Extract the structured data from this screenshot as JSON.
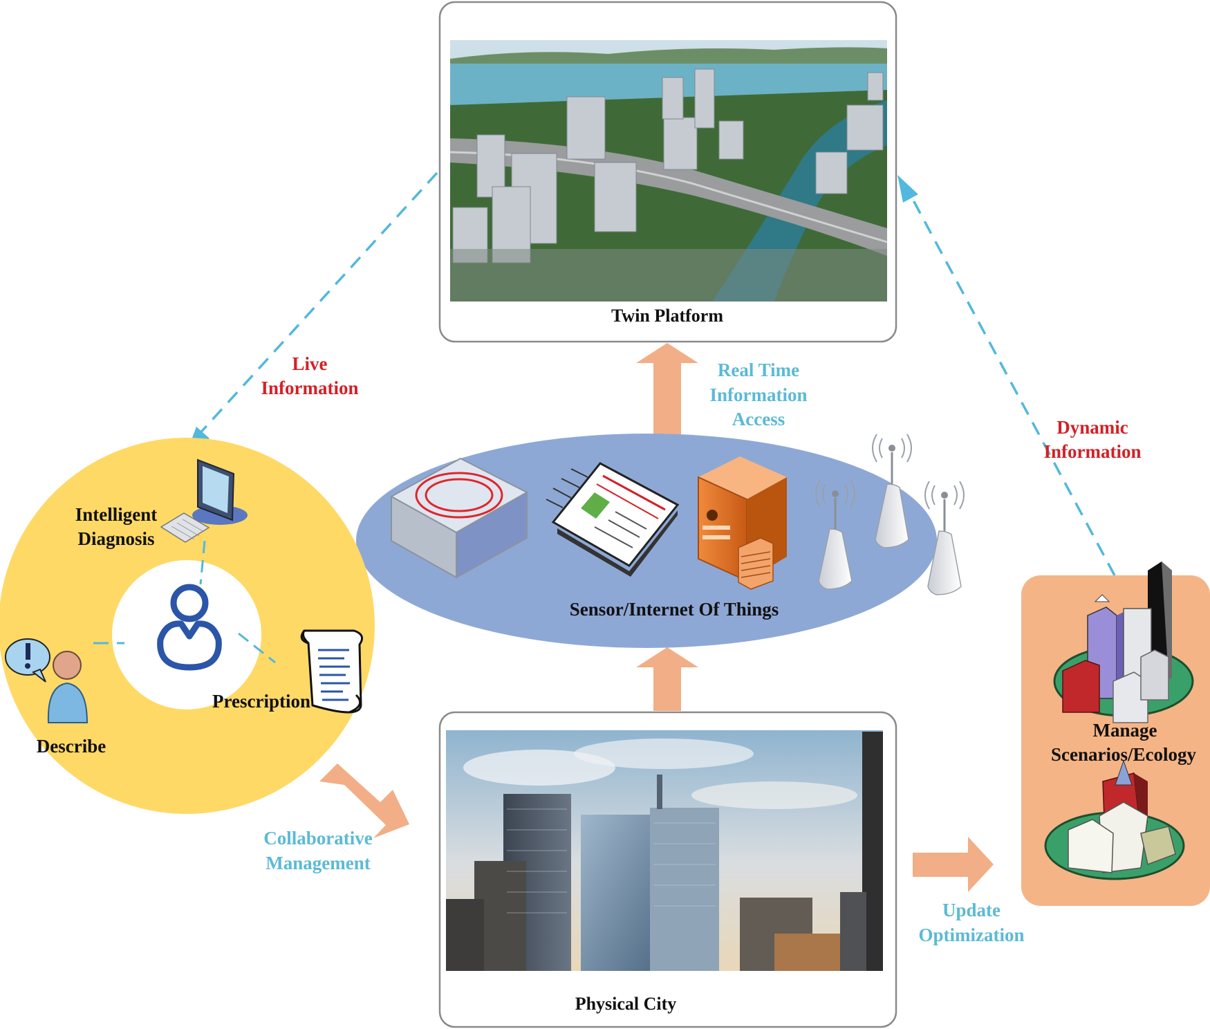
{
  "labels": {
    "twin_platform": "Twin Platform",
    "physical_city": "Physical City",
    "sensor_iot": "Sensor/Internet Of Things",
    "real_time": [
      "Real Time",
      "Information",
      "Access"
    ],
    "live_info": [
      "Live",
      "Information"
    ],
    "dynamic_info": [
      "Dynamic",
      "Information"
    ],
    "collaborative": [
      "Collaborative",
      "Management"
    ],
    "update": [
      "Update",
      "Optimization"
    ],
    "manage": [
      "Manage",
      "Scenarios/Ecology"
    ],
    "intelligent": [
      "Intelligent",
      "Diagnosis"
    ],
    "prescription": "Prescription",
    "describe": "Describe"
  },
  "colors": {
    "red_label": "#d42026",
    "cyan_label": "#5bbad5",
    "dashed_arrow": "#52b8dd",
    "orange_arrow": "#f2ae86",
    "yellow_circle": "#ffd966",
    "blue_ellipse": "#8ea8d6",
    "orange_panel": "#f5b486"
  },
  "icons": [
    "computer-icon",
    "user-icon",
    "prescription-scroll-icon",
    "describe-person-icon",
    "sensor-box-icon",
    "newspaper-icon",
    "server-icon",
    "antenna-icon",
    "city-model-icon"
  ]
}
